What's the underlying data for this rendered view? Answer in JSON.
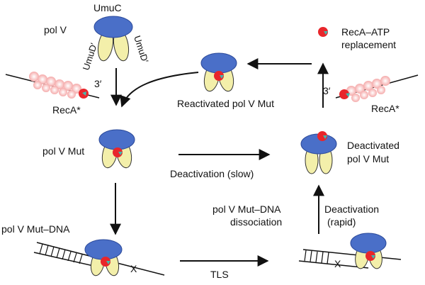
{
  "colors": {
    "umuc": "#4a6fc8",
    "umud": "#f3efaa",
    "reca_segment": "#f39a9a",
    "reca_atp_red": "#e8262b",
    "reca_atp_teal": "#43b9ad",
    "line": "#111111"
  },
  "labels": {
    "umuc": "UmuC",
    "pol_v": "pol V",
    "umud_left": "UmuD′",
    "umud_right": "UmuD′",
    "three_prime_left": "3′",
    "reca_star_left": "RecA*",
    "reactivated": "Reactivated pol V Mut",
    "three_prime_right": "3′",
    "reca_star_right": "RecA*",
    "reca_atp_line1": "RecA–ATP",
    "reca_atp_line2": "replacement",
    "pol_v_mut": "pol V Mut",
    "deactivation_slow": "Deactivation (slow)",
    "deactivated_line1": "Deactivated",
    "deactivated_line2": "pol V Mut",
    "pol_v_mut_dna": "pol V Mut–DNA",
    "dissociation_line1": "pol V Mut–DNA",
    "dissociation_line2": "dissociation",
    "deactivation_rapid_line1": "Deactivation",
    "deactivation_rapid_line2": "(rapid)",
    "tls": "TLS",
    "lesion_left": "X",
    "lesion_right": "X"
  }
}
